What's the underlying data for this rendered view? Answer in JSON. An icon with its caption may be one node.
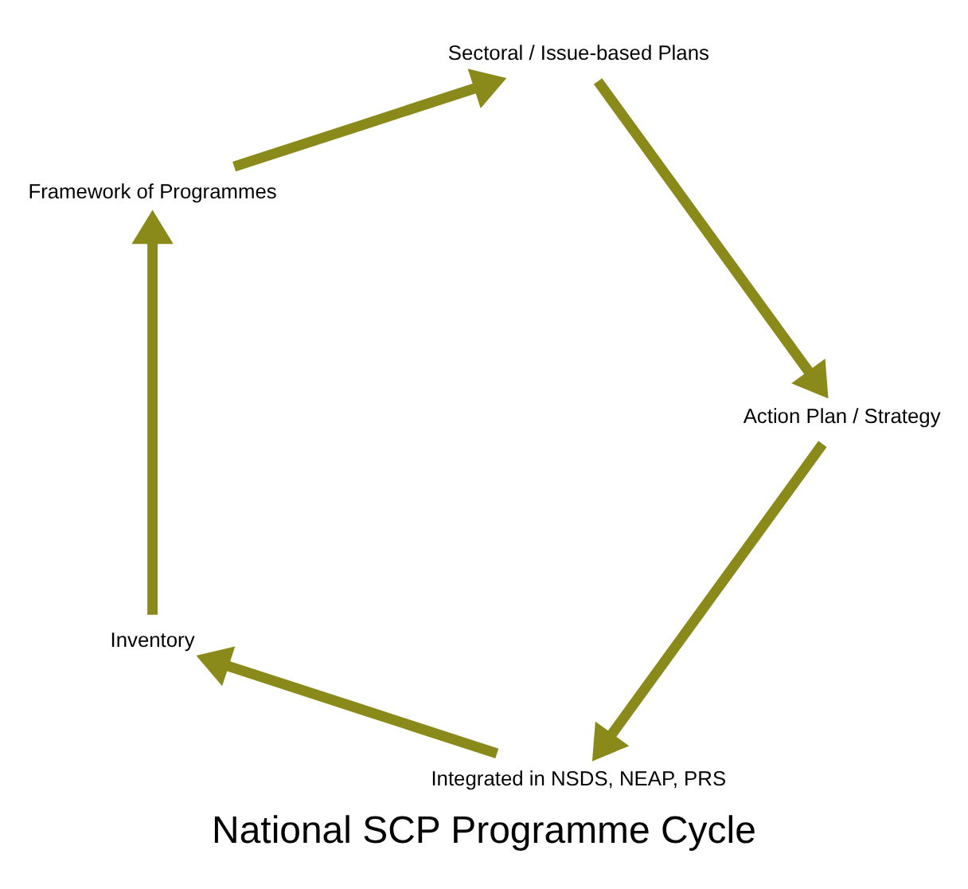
{
  "diagram": {
    "title": "National SCP Programme Cycle",
    "nodes": [
      {
        "text": [
          "Integrated in NSDS, NEAP, PRS"
        ]
      },
      {
        "text": [
          "Inventory"
        ]
      },
      {
        "text": [
          "Framework of Programmes"
        ]
      },
      {
        "text": [
          "Sectoral / Issue-based Plans"
        ]
      },
      {
        "text": [
          "Action Plan / Strategy"
        ]
      }
    ],
    "edges": [
      {
        "from": 0,
        "to": 1,
        "arrow": "to"
      },
      {
        "from": 1,
        "to": 2,
        "arrow": "to"
      },
      {
        "from": 2,
        "to": 3,
        "arrow": "to"
      },
      {
        "from": 3,
        "to": 4,
        "arrow": "to"
      },
      {
        "from": 4,
        "to": 0,
        "arrow": "to"
      }
    ]
  }
}
